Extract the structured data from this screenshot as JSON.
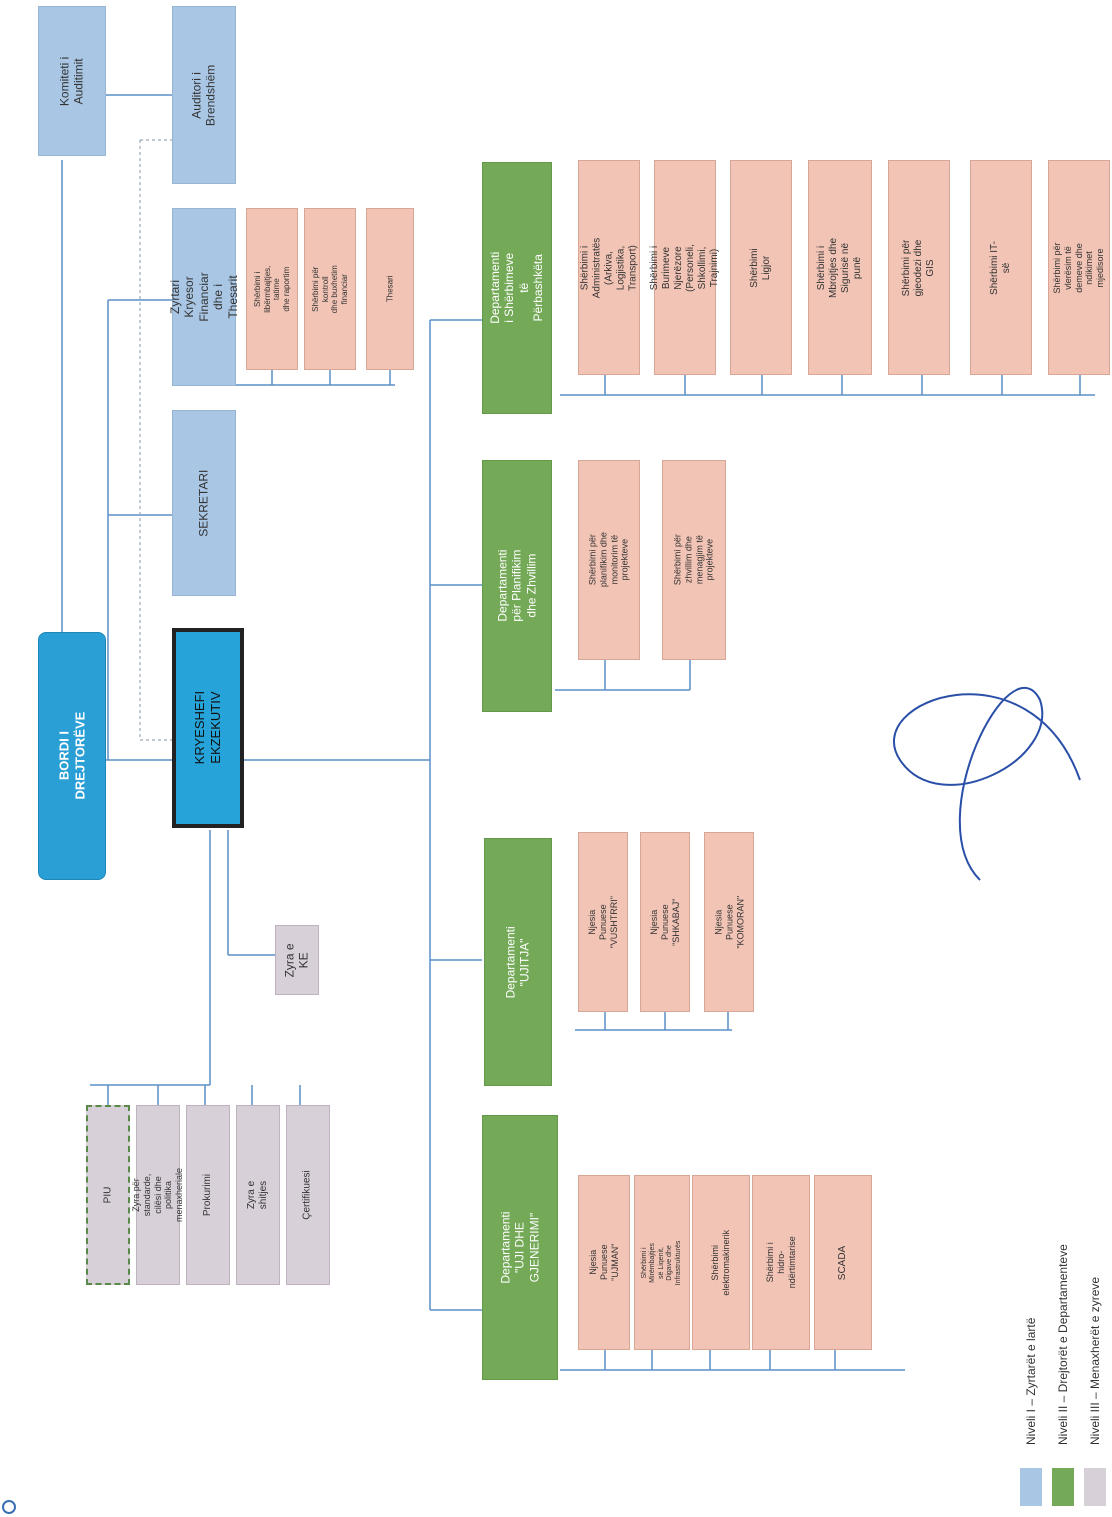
{
  "top": {
    "board": "BORDI I DREJTORËVE",
    "audit_committee": "Komiteti i\nAuditimit",
    "internal_auditor": "Auditori i\nBrendshëm",
    "secretary": "SEKRETARI",
    "cfo": "Zyrtari Kryesor\nFinanciar dhe i\nThesarit",
    "ceo": "KRYESHEFI EKZEKUTIV",
    "ceo_office": "Zyra e KE"
  },
  "cfo_services": [
    "Shërbimi i\nlibërmbajtjes, tatime\ndhe raportim",
    "Shërbimi për kontroll\ndhe buxhetim\nfinanciar",
    "Thesari"
  ],
  "staff_units": [
    "PIU",
    "Zyra për standarde, cilësi dhe\npolitika menaxheriale",
    "Prokurimi",
    "Zyra e shitjes",
    "Çertifikuesi"
  ],
  "departments": [
    {
      "name": "Departamenti\n\"UJI DHE GJENERIMI\"",
      "units": [
        "Njesia Punuese\n\"UJMAN\"",
        "Shërbimi i Mirëmbajtjes\nsë Liqenit, Digave dhe\nInfrastrukturës",
        "Shërbimi\nelektromakinerik",
        "Shërbimi i hidro-\nndërtimtarise",
        "SCADA"
      ]
    },
    {
      "name": "Departamenti\n\"UJITJA\"",
      "units": [
        "Njesia Punuese\n\"VUSHTRRI\"",
        "Njesia Punuese\n\"SHKABAJ\"",
        "Njesia Punuese\n\"KOMORAN\""
      ]
    },
    {
      "name": "Departamenti për Planifikim\ndhe Zhvillim",
      "units": [
        "Shërbimi për planifikim dhe\nmonitorim të projekteve",
        "Shërbimi për zhvillim dhe\nmenagjim të projekteve"
      ]
    },
    {
      "name": "Departamenti i Shërbimeve të\nPërbashkëta",
      "units": [
        "Shërbimi i Administratës\n(Arkiva, Logjistika,\nTransport)",
        "Shërbimi i Burimeve\nNjerëzore (Personeli,\nShkollimi, Trajnimi)",
        "Shërbimi Ligjor",
        "Shërbimi i Mbrojtjes dhe\nSigurisë në punë",
        "Shërbimi për gjeodezi dhe\nGIS",
        "Shërbimi IT-së",
        "Shërbimi për vlerësim të\ndemeve dhe ndikimet\nmjedisore"
      ]
    }
  ],
  "legend": [
    {
      "label": "Niveli I – Zyrtarët e lartë",
      "color": "#a9c7e5"
    },
    {
      "label": "Niveli II – Drejtorët e Departamenteve",
      "color": "#74a957"
    },
    {
      "label": "Niveli III – Menaxherët e zyreve",
      "color": "#d8d0d8"
    }
  ],
  "colors": {
    "senior": "#a9c7e5",
    "department": "#74a957",
    "service": "#f2c4b6",
    "office": "#d8d0d8",
    "board": "#2a9fd6",
    "ceo": "#26a3d9"
  }
}
